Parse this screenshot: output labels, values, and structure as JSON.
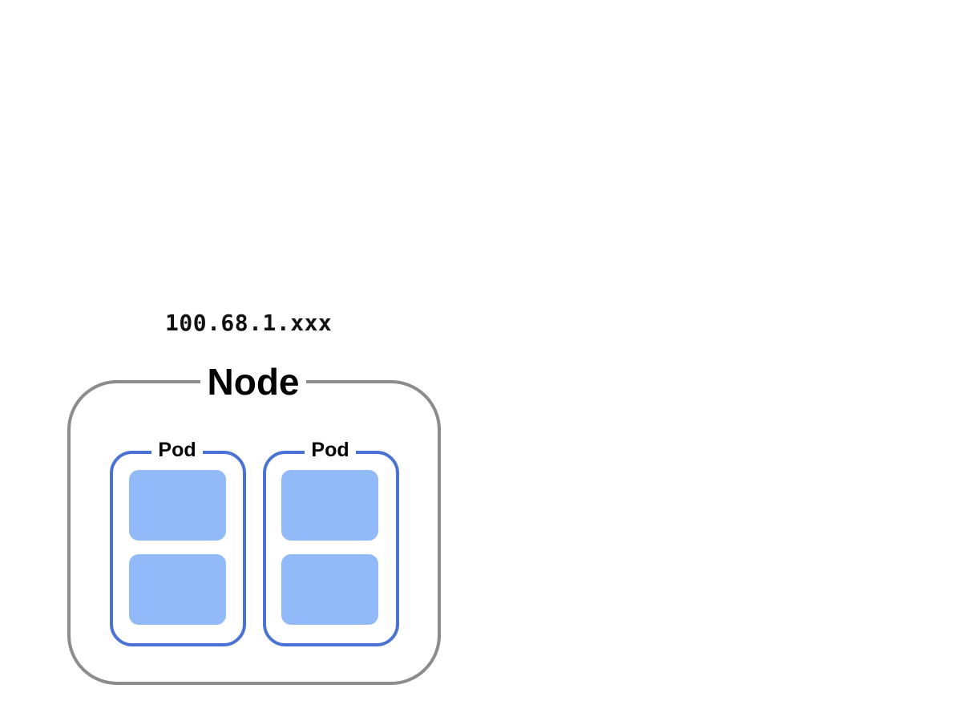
{
  "diagram": {
    "ip_address": "100.68.1.xxx",
    "node": {
      "label": "Node",
      "border_color": "#8c8c8c"
    },
    "pods": [
      {
        "label": "Pod",
        "container_count": 2
      },
      {
        "label": "Pod",
        "container_count": 2
      }
    ],
    "colors": {
      "pod_border": "#4a72d4",
      "container_fill": "#92b9f8"
    }
  }
}
